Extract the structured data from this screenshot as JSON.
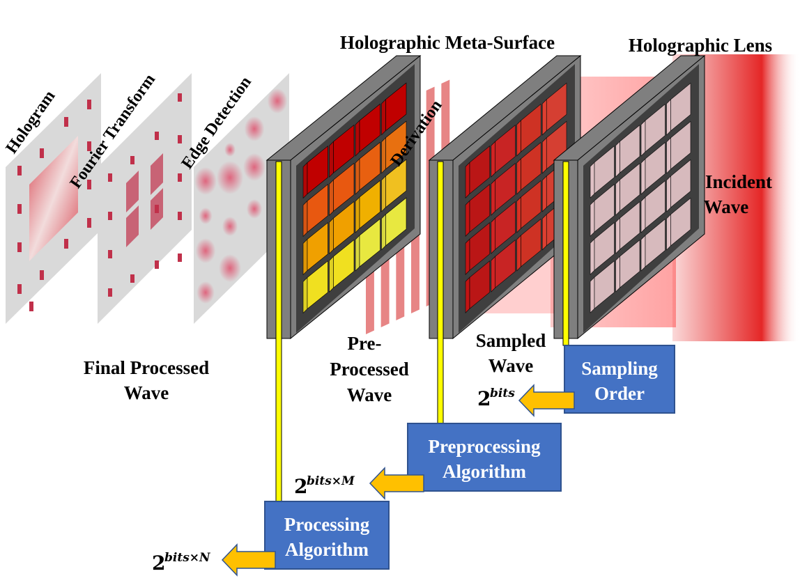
{
  "planes": {
    "hologram": "Hologram",
    "fourier": "Fourier Transform",
    "edge": "Edge Detection",
    "derivation": "Derivation"
  },
  "labels": {
    "metasurface": "Holographic Meta-Surface",
    "lens": "Holographic Lens",
    "incident_1": "Incident",
    "incident_2": "Wave",
    "final_1": "Final Processed",
    "final_2": "Wave",
    "pre_1": "Pre-",
    "pre_2": "Processed",
    "pre_3": "Wave",
    "sampled_1": "Sampled",
    "sampled_2": "Wave"
  },
  "boxes": {
    "sampling_1": "Sampling",
    "sampling_2": "Order",
    "preproc_1": "Preprocessing",
    "preproc_2": "Algorithm",
    "proc_1": "Processing",
    "proc_2": "Algorithm"
  },
  "outputs": {
    "base": "2",
    "sampling_exp": "bits",
    "preproc_exp": "bits×M",
    "proc_exp": "bits×N"
  },
  "colors": {
    "box_fill": "#4472c4",
    "box_border": "#2f528f",
    "arrow": "#ffc000",
    "panel_frame": "#7f7f7f",
    "panel_face": "#3f3f3f",
    "connector": "#ffff00",
    "plane": "#d9d9d9",
    "wave": "#e00000"
  }
}
